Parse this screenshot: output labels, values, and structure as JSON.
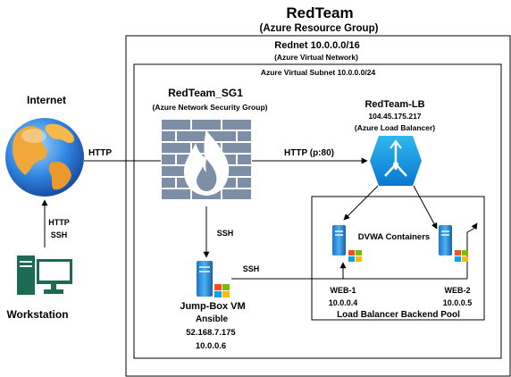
{
  "header": {
    "title": "RedTeam",
    "subtitle": "(Azure Resource Group)"
  },
  "vnet": {
    "name": "Rednet 10.0.0.0/16",
    "type": "(Azure Virtual Network)"
  },
  "subnet": {
    "label": "Azure Virtual Subnet 10.0.0.0/24"
  },
  "internet": {
    "label": "Internet"
  },
  "workstation": {
    "label": "Workstation",
    "protocols": [
      "HTTP",
      "SSH"
    ]
  },
  "nsg": {
    "name": "RedTeam_SG1",
    "type": "(Azure Network Security Group)"
  },
  "lb": {
    "name": "RedTeam-LB",
    "ip": "104.45.175.217",
    "type": "(Azure Load Balancer)"
  },
  "jumpbox": {
    "name": "Jump-Box VM",
    "role": "Ansible",
    "public_ip": "52.168.7.175",
    "private_ip": "10.0.0.6"
  },
  "pool": {
    "containers_label": "DVWA Containers",
    "label": "Load Balancer Backend Pool",
    "web1": {
      "name": "WEB-1",
      "ip": "10.0.0.4"
    },
    "web2": {
      "name": "WEB-2",
      "ip": "10.0.0.5"
    }
  },
  "links": {
    "internet_to_nsg": "HTTP",
    "nsg_to_lb": "HTTP (p:80)",
    "nsg_to_jumpbox": "SSH",
    "jumpbox_to_web": "SSH"
  }
}
